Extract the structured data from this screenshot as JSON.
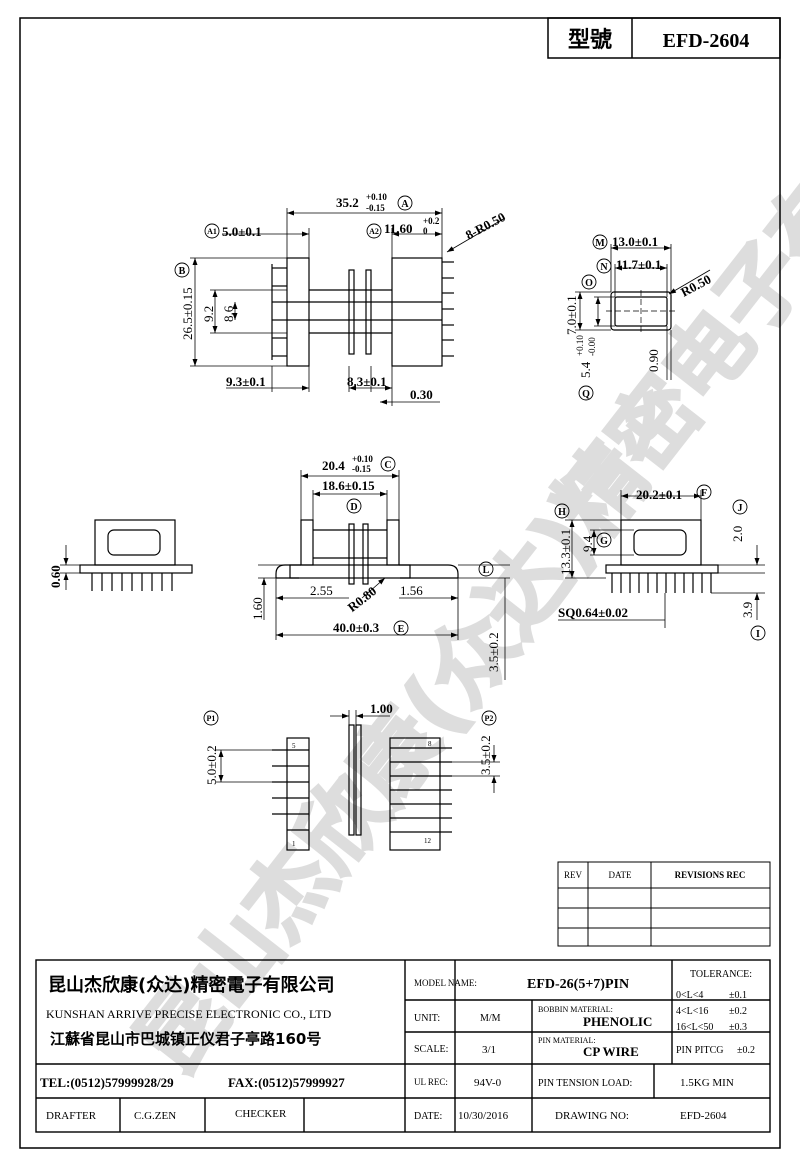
{
  "title_block_top": {
    "model_label": "型號",
    "model_value": "EFD-2604"
  },
  "watermark": "昆山杰欣康(众达)精密电子有限公司",
  "dims_top": {
    "width_a": "35.2",
    "width_a_tol_up": "+0.10",
    "width_a_tol_dn": "-0.15",
    "width_a_tag": "A",
    "a1": "5.0±0.1",
    "a1_tag": "A1",
    "a2": "11.60",
    "a2_tol_up": "+0.2",
    "a2_tol_dn": "0",
    "a2_tag": "A2",
    "radius": "8-R0.50",
    "height_b": "26.5±0.15",
    "height_b_tag": "B",
    "d92": "9.2",
    "d86": "8.6",
    "d93": "9.3±0.1",
    "d83": "8.3±0.1",
    "d030": "0.30"
  },
  "dims_right": {
    "m": "13.0±0.1",
    "m_tag": "M",
    "n": "11.7±0.1",
    "n_tag": "N",
    "r": "R0.50",
    "o": "7.0±0.1",
    "o_tag": "O",
    "q": "5.4",
    "q_tol_up": "+0.10",
    "q_tol_dn": "-0.00",
    "q_tag": "Q",
    "d090": "0.90"
  },
  "dims_mid": {
    "c": "20.4",
    "c_tol_up": "+0.10",
    "c_tol_dn": "-0.15",
    "c_tag": "C",
    "d": "18.6±0.15",
    "d_tag": "D",
    "d255": "2.55",
    "r080": "R0.80",
    "d156": "1.56",
    "l_tag": "L",
    "d160": "1.60",
    "e": "40.0±0.3",
    "e_tag": "E",
    "d35": "3.5±0.2",
    "left_060": "0.60"
  },
  "dims_side": {
    "f": "20.2±0.1",
    "f_tag": "F",
    "h_tag": "H",
    "g_tag": "G",
    "h": "13.3±0.1",
    "g": "9.4",
    "j_tag": "J",
    "j": "2.0",
    "i": "3.9",
    "i_tag": "I",
    "sq": "SQ0.64±0.02"
  },
  "dims_bottom": {
    "p1_tag": "P1",
    "p2_tag": "P2",
    "d100": "1.00",
    "p1": "5.0±0.2",
    "p2": "3.5±0.2",
    "pin5": "5",
    "pin1": "1",
    "pin8": "8",
    "pin12": "12"
  },
  "revisions": {
    "headers": [
      "REV",
      "DATE",
      "REVISIONS REC"
    ]
  },
  "company": {
    "name_cn": "昆山杰欣康(众达)精密電子有限公司",
    "name_en": "KUNSHAN ARRIVE PRECISE ELECTRONIC CO., LTD",
    "address": "江蘇省昆山市巴城镇正仪君子亭路160号",
    "tel": "TEL:(0512)57999928/29",
    "fax": "FAX:(0512)57999927",
    "drafter_label": "DRAFTER",
    "drafter": "C.G.ZEN",
    "checker_label": "CHECKER"
  },
  "info": {
    "model_name_label": "MODEL NAME:",
    "model_name": "EFD-26(5+7)PIN",
    "unit_label": "UNIT:",
    "unit": "M/M",
    "bobbin_label": "BOBBIN MATERIAL:",
    "bobbin": "PHENOLIC",
    "scale_label": "SCALE:",
    "scale": "3/1",
    "pin_mat_label": "PIN MATERIAL:",
    "pin_mat": "CP WIRE",
    "ul_label": "UL REC:",
    "ul": "94V-0",
    "tension_label": "PIN TENSION LOAD:",
    "tension": "1.5KG MIN",
    "date_label": "DATE:",
    "date": "10/30/2016",
    "drawing_label": "DRAWING NO:",
    "drawing": "EFD-2604"
  },
  "tolerance": {
    "title": "TOLERANCE:",
    "rows": [
      {
        "range": "0<L<4",
        "tol": "±0.1"
      },
      {
        "range": "4<L<16",
        "tol": "±0.2"
      },
      {
        "range": "16<L<50",
        "tol": "±0.3"
      },
      {
        "range": "PIN PITCG",
        "tol": "±0.2"
      }
    ]
  }
}
